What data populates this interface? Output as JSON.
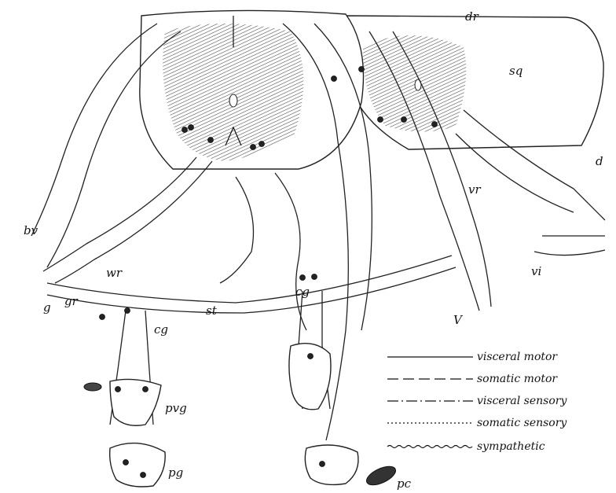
{
  "labels": {
    "dr": "dr",
    "sq": "sq",
    "d": "d",
    "vr": "vr",
    "bv": "bv",
    "wr": "wr",
    "g": "g",
    "gr": "gr",
    "st": "st",
    "cg_left": "cg",
    "cg_mid": "cg",
    "vi": "vi",
    "v": "V",
    "pvg": "pvg",
    "pg": "pg",
    "pc": "pc"
  },
  "legend": [
    {
      "label": "visceral motor",
      "style": "solid"
    },
    {
      "label": "somatic motor",
      "style": "dashed"
    },
    {
      "label": "visceral sensory",
      "style": "dashdot"
    },
    {
      "label": "somatic sensory",
      "style": "dotted"
    },
    {
      "label": "sympathetic",
      "style": "wavy"
    }
  ]
}
